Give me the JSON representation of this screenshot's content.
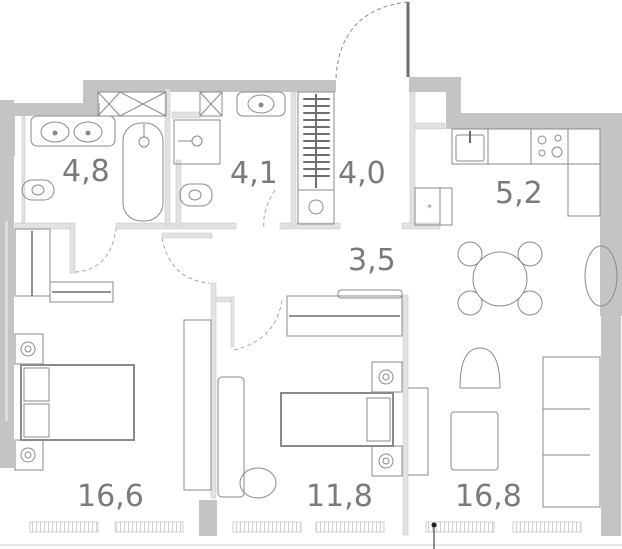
{
  "plan": {
    "colors": {
      "wall": "#c4c4c4",
      "partition": "#e2e2e2",
      "line": "#8a8a8a",
      "dark": "#6e6e6e",
      "label": "#7a7a7a",
      "background": "#ffffff"
    },
    "rooms": [
      {
        "id": "bathroom-1",
        "area": "4,8"
      },
      {
        "id": "bathroom-2",
        "area": "4,1"
      },
      {
        "id": "laundry",
        "area": "4,0"
      },
      {
        "id": "kitchen",
        "area": "5,2"
      },
      {
        "id": "hallway",
        "area": "3,5"
      },
      {
        "id": "bedroom-1",
        "area": "16,6"
      },
      {
        "id": "bedroom-2",
        "area": "11,8"
      },
      {
        "id": "living-room",
        "area": "16,8"
      }
    ]
  }
}
